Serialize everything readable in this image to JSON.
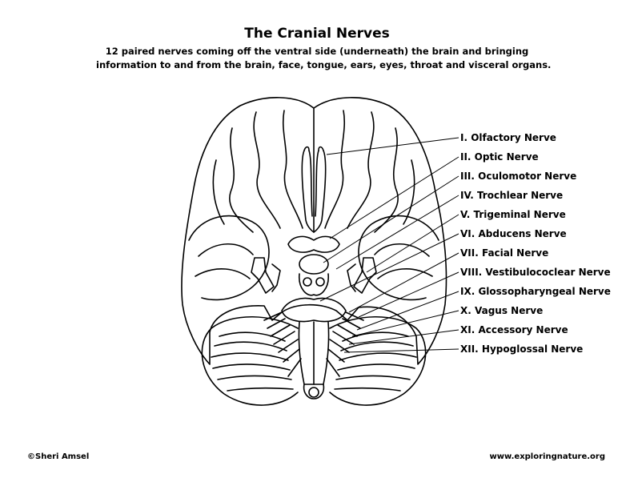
{
  "header": {
    "title": "The Cranial Nerves",
    "subtitle_line1": "12 paired nerves coming off the ventral side (underneath) the brain and bringing",
    "subtitle_line2": "information to and from the brain, face, tongue, ears, eyes, throat and visceral organs."
  },
  "nerves": [
    {
      "label": "I. Olfactory Nerve"
    },
    {
      "label": "II. Optic Nerve"
    },
    {
      "label": "III. Oculomotor Nerve"
    },
    {
      "label": "IV. Trochlear Nerve"
    },
    {
      "label": "V. Trigeminal Nerve"
    },
    {
      "label": "VI. Abducens Nerve"
    },
    {
      "label": "VII. Facial Nerve"
    },
    {
      "label": "VIII. Vestibulococlear Nerve"
    },
    {
      "label": "IX. Glossopharyngeal Nerve"
    },
    {
      "label": "X. Vagus Nerve"
    },
    {
      "label": "XI. Accessory Nerve"
    },
    {
      "label": "XII. Hypoglossal Nerve"
    }
  ],
  "footer": {
    "copyright": "©Sheri Amsel",
    "website": "www.exploringnature.org"
  }
}
